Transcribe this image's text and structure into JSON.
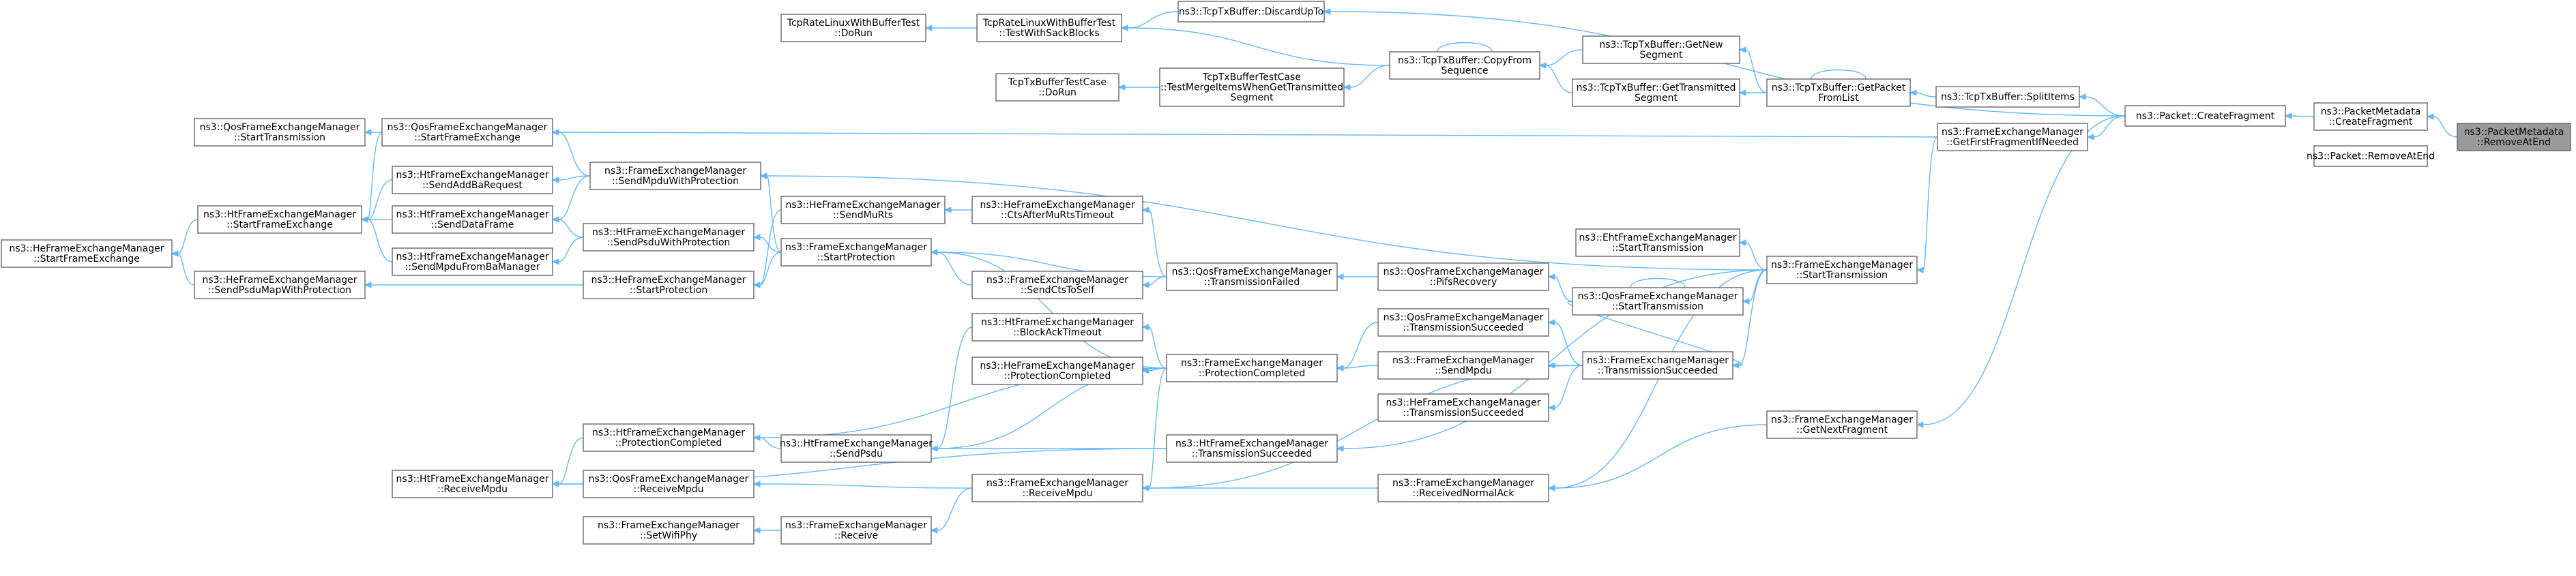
{
  "colors": {
    "edge": "#63b8ff",
    "node_border": "#666666",
    "focus_fill": "#999999",
    "node_fill": "#ffffff"
  },
  "nodes": [
    {
      "id": "removeAtEnd",
      "lines": [
        "ns3::PacketMetadata",
        "::RemoveAtEnd"
      ],
      "focus": true
    },
    {
      "id": "pmCreateFragment",
      "lines": [
        "ns3::PacketMetadata",
        "::CreateFragment"
      ]
    },
    {
      "id": "packetRemoveAtEnd",
      "lines": [
        "ns3::Packet::RemoveAtEnd"
      ]
    },
    {
      "id": "packetCreateFragment",
      "lines": [
        "ns3::Packet::CreateFragment"
      ]
    },
    {
      "id": "discardUpTo",
      "lines": [
        "ns3::TcpTxBuffer::DiscardUpTo"
      ]
    },
    {
      "id": "splitItems",
      "lines": [
        "ns3::TcpTxBuffer::SplitItems"
      ]
    },
    {
      "id": "getPacketFromList",
      "lines": [
        "ns3::TcpTxBuffer::GetPacket",
        "FromList"
      ]
    },
    {
      "id": "getNewSegment",
      "lines": [
        "ns3::TcpTxBuffer::GetNew",
        "Segment"
      ]
    },
    {
      "id": "getTransmittedSegment",
      "lines": [
        "ns3::TcpTxBuffer::GetTransmitted",
        "Segment"
      ]
    },
    {
      "id": "copyFromSequence",
      "lines": [
        "ns3::TcpTxBuffer::CopyFrom",
        "Sequence"
      ]
    },
    {
      "id": "testWithSackBlocks",
      "lines": [
        "TcpRateLinuxWithBufferTest",
        "::TestWithSackBlocks"
      ]
    },
    {
      "id": "rateDoRun",
      "lines": [
        "TcpRateLinuxWithBufferTest",
        "::DoRun"
      ]
    },
    {
      "id": "testMergeItems",
      "lines": [
        "TcpTxBufferTestCase",
        "::TestMergeItemsWhenGetTransmitted",
        "Segment"
      ]
    },
    {
      "id": "txBufDoRun",
      "lines": [
        "TcpTxBufferTestCase",
        "::DoRun"
      ]
    },
    {
      "id": "getFirstFragment",
      "lines": [
        "ns3::FrameExchangeManager",
        "::GetFirstFragmentIfNeeded"
      ]
    },
    {
      "id": "getNextFragment",
      "lines": [
        "ns3::FrameExchangeManager",
        "::GetNextFragment"
      ]
    },
    {
      "id": "feStartTransmission",
      "lines": [
        "ns3::FrameExchangeManager",
        "::StartTransmission"
      ]
    },
    {
      "id": "ehtStartTransmission",
      "lines": [
        "ns3::EhtFrameExchangeManager",
        "::StartTransmission"
      ]
    },
    {
      "id": "qosStartTransmission",
      "lines": [
        "ns3::QosFrameExchangeManager",
        "::StartTransmission"
      ]
    },
    {
      "id": "qosPifsRecovery",
      "lines": [
        "ns3::QosFrameExchangeManager",
        "::PifsRecovery"
      ]
    },
    {
      "id": "qosTransmissionFailed",
      "lines": [
        "ns3::QosFrameExchangeManager",
        "::TransmissionFailed"
      ]
    },
    {
      "id": "feTransmissionSucceeded",
      "lines": [
        "ns3::FrameExchangeManager",
        "::TransmissionSucceeded"
      ]
    },
    {
      "id": "qosTransmissionSucceeded",
      "lines": [
        "ns3::QosFrameExchangeManager",
        "::TransmissionSucceeded"
      ]
    },
    {
      "id": "feSendMpdu",
      "lines": [
        "ns3::FrameExchangeManager",
        "::SendMpdu"
      ]
    },
    {
      "id": "heTransmissionSucceeded",
      "lines": [
        "ns3::HeFrameExchangeManager",
        "::TransmissionSucceeded"
      ]
    },
    {
      "id": "htTransmissionSucceeded",
      "lines": [
        "ns3::HtFrameExchangeManager",
        "::TransmissionSucceeded"
      ]
    },
    {
      "id": "feReceivedNormalAck",
      "lines": [
        "ns3::FrameExchangeManager",
        "::ReceivedNormalAck"
      ]
    },
    {
      "id": "feProtectionCompleted",
      "lines": [
        "ns3::FrameExchangeManager",
        "::ProtectionCompleted"
      ]
    },
    {
      "id": "heCtsAfterMuRtsTimeout",
      "lines": [
        "ns3::HeFrameExchangeManager",
        "::CtsAfterMuRtsTimeout"
      ]
    },
    {
      "id": "heSendMuRts",
      "lines": [
        "ns3::HeFrameExchangeManager",
        "::SendMuRts"
      ]
    },
    {
      "id": "feStartProtection",
      "lines": [
        "ns3::FrameExchangeManager",
        "::StartProtection"
      ]
    },
    {
      "id": "feSendCtsToSelf",
      "lines": [
        "ns3::FrameExchangeManager",
        "::SendCtsToSelf"
      ]
    },
    {
      "id": "htBlockAckTimeout",
      "lines": [
        "ns3::HtFrameExchangeManager",
        "::BlockAckTimeout"
      ]
    },
    {
      "id": "heProtectionCompleted",
      "lines": [
        "ns3::HeFrameExchangeManager",
        "::ProtectionCompleted"
      ]
    },
    {
      "id": "htSendPsdu",
      "lines": [
        "ns3::HtFrameExchangeManager",
        "::SendPsdu"
      ]
    },
    {
      "id": "feReceiveMpdu",
      "lines": [
        "ns3::FrameExchangeManager",
        "::ReceiveMpdu"
      ]
    },
    {
      "id": "feReceive",
      "lines": [
        "ns3::FrameExchangeManager",
        "::Receive"
      ]
    },
    {
      "id": "feSendMpduWithProtection",
      "lines": [
        "ns3::FrameExchangeManager",
        "::SendMpduWithProtection"
      ]
    },
    {
      "id": "qosStartFrameExchange",
      "lines": [
        "ns3::QosFrameExchangeManager",
        "::StartFrameExchange"
      ]
    },
    {
      "id": "qosStartTransmission2",
      "lines": [
        "ns3::QosFrameExchangeManager",
        "::StartTransmission"
      ]
    },
    {
      "id": "htSendAddBaRequest",
      "lines": [
        "ns3::HtFrameExchangeManager",
        "::SendAddBaRequest"
      ]
    },
    {
      "id": "htSendDataFrame",
      "lines": [
        "ns3::HtFrameExchangeManager",
        "::SendDataFrame"
      ]
    },
    {
      "id": "htSendPsduWithProtection",
      "lines": [
        "ns3::HtFrameExchangeManager",
        "::SendPsduWithProtection"
      ]
    },
    {
      "id": "htSendMpduFromBaManager",
      "lines": [
        "ns3::HtFrameExchangeManager",
        "::SendMpduFromBaManager"
      ]
    },
    {
      "id": "heStartProtection",
      "lines": [
        "ns3::HeFrameExchangeManager",
        "::StartProtection"
      ]
    },
    {
      "id": "htStartFrameExchange",
      "lines": [
        "ns3::HtFrameExchangeManager",
        "::StartFrameExchange"
      ]
    },
    {
      "id": "heSendPsduMapWithProtection",
      "lines": [
        "ns3::HeFrameExchangeManager",
        "::SendPsduMapWithProtection"
      ]
    },
    {
      "id": "heStartFrameExchange",
      "lines": [
        "ns3::HeFrameExchangeManager",
        "::StartFrameExchange"
      ]
    },
    {
      "id": "htProtectionCompleted",
      "lines": [
        "ns3::HtFrameExchangeManager",
        "::ProtectionCompleted"
      ]
    },
    {
      "id": "htReceiveMpdu",
      "lines": [
        "ns3::HtFrameExchangeManager",
        "::ReceiveMpdu"
      ]
    },
    {
      "id": "qosReceiveMpdu",
      "lines": [
        "ns3::QosFrameExchangeManager",
        "::ReceiveMpdu"
      ]
    },
    {
      "id": "feSetWifiPhy",
      "lines": [
        "ns3::FrameExchangeManager",
        "::SetWifiPhy"
      ]
    }
  ],
  "edges": [
    [
      "removeAtEnd",
      "pmCreateFragment"
    ],
    [
      "pmCreateFragment",
      "packetCreateFragment"
    ],
    [
      "packetCreateFragment",
      "discardUpTo"
    ],
    [
      "packetCreateFragment",
      "splitItems"
    ],
    [
      "packetCreateFragment",
      "getFirstFragment"
    ],
    [
      "packetCreateFragment",
      "getNextFragment"
    ],
    [
      "discardUpTo",
      "testWithSackBlocks"
    ],
    [
      "splitItems",
      "getPacketFromList"
    ],
    [
      "getPacketFromList",
      "getPacketFromList"
    ],
    [
      "getPacketFromList",
      "getNewSegment"
    ],
    [
      "getPacketFromList",
      "getTransmittedSegment"
    ],
    [
      "getNewSegment",
      "copyFromSequence"
    ],
    [
      "getTransmittedSegment",
      "copyFromSequence"
    ],
    [
      "copyFromSequence",
      "copyFromSequence"
    ],
    [
      "copyFromSequence",
      "testWithSackBlocks"
    ],
    [
      "copyFromSequence",
      "testMergeItems"
    ],
    [
      "testWithSackBlocks",
      "rateDoRun"
    ],
    [
      "testMergeItems",
      "txBufDoRun"
    ],
    [
      "getFirstFragment",
      "feStartTransmission"
    ],
    [
      "getFirstFragment",
      "qosStartFrameExchange"
    ],
    [
      "getNextFragment",
      "feReceivedNormalAck"
    ],
    [
      "feStartTransmission",
      "feSendMpduWithProtection"
    ],
    [
      "feStartTransmission",
      "ehtStartTransmission"
    ],
    [
      "feStartTransmission",
      "qosStartTransmission"
    ],
    [
      "feStartTransmission",
      "feTransmissionSucceeded"
    ],
    [
      "feStartTransmission",
      "htTransmissionSucceeded"
    ],
    [
      "feStartTransmission",
      "feReceivedNormalAck"
    ],
    [
      "qosStartTransmission",
      "qosStartTransmission"
    ],
    [
      "qosStartTransmission",
      "qosPifsRecovery"
    ],
    [
      "qosStartTransmission",
      "feTransmissionSucceeded"
    ],
    [
      "qosPifsRecovery",
      "qosTransmissionFailed"
    ],
    [
      "feTransmissionSucceeded",
      "qosTransmissionSucceeded"
    ],
    [
      "feTransmissionSucceeded",
      "feSendMpdu"
    ],
    [
      "feTransmissionSucceeded",
      "heTransmissionSucceeded"
    ],
    [
      "feTransmissionSucceeded",
      "feReceiveMpdu"
    ],
    [
      "qosTransmissionSucceeded",
      "feProtectionCompleted"
    ],
    [
      "feSendMpdu",
      "feProtectionCompleted"
    ],
    [
      "htTransmissionSucceeded",
      "htSendPsdu"
    ],
    [
      "htTransmissionSucceeded",
      "htReceiveMpdu"
    ],
    [
      "feReceivedNormalAck",
      "feReceiveMpdu"
    ],
    [
      "qosTransmissionFailed",
      "heCtsAfterMuRtsTimeout"
    ],
    [
      "qosTransmissionFailed",
      "feSendCtsToSelf"
    ],
    [
      "qosTransmissionFailed",
      "feStartProtection"
    ],
    [
      "heCtsAfterMuRtsTimeout",
      "heSendMuRts"
    ],
    [
      "feProtectionCompleted",
      "feStartProtection"
    ],
    [
      "feProtectionCompleted",
      "htBlockAckTimeout"
    ],
    [
      "feProtectionCompleted",
      "heProtectionCompleted"
    ],
    [
      "feProtectionCompleted",
      "htProtectionCompleted"
    ],
    [
      "feProtectionCompleted",
      "htSendPsdu"
    ],
    [
      "feProtectionCompleted",
      "feReceiveMpdu"
    ],
    [
      "heSendMuRts",
      "heStartProtection"
    ],
    [
      "feSendCtsToSelf",
      "feStartProtection"
    ],
    [
      "htBlockAckTimeout",
      "htSendPsdu"
    ],
    [
      "feStartProtection",
      "feSendMpduWithProtection"
    ],
    [
      "feStartProtection",
      "htSendPsduWithProtection"
    ],
    [
      "feStartProtection",
      "heStartProtection"
    ],
    [
      "feSendMpduWithProtection",
      "qosStartFrameExchange"
    ],
    [
      "feSendMpduWithProtection",
      "htSendAddBaRequest"
    ],
    [
      "feSendMpduWithProtection",
      "htSendDataFrame"
    ],
    [
      "qosStartFrameExchange",
      "qosStartTransmission2"
    ],
    [
      "qosStartFrameExchange",
      "htStartFrameExchange"
    ],
    [
      "htSendAddBaRequest",
      "htStartFrameExchange"
    ],
    [
      "htSendDataFrame",
      "htStartFrameExchange"
    ],
    [
      "htSendPsduWithProtection",
      "htSendDataFrame"
    ],
    [
      "htSendPsduWithProtection",
      "htSendMpduFromBaManager"
    ],
    [
      "htSendMpduFromBaManager",
      "htStartFrameExchange"
    ],
    [
      "heStartProtection",
      "heSendPsduMapWithProtection"
    ],
    [
      "htStartFrameExchange",
      "heStartFrameExchange"
    ],
    [
      "heSendPsduMapWithProtection",
      "heStartFrameExchange"
    ],
    [
      "htSendPsdu",
      "htProtectionCompleted"
    ],
    [
      "htProtectionCompleted",
      "htReceiveMpdu"
    ],
    [
      "feReceiveMpdu",
      "qosReceiveMpdu"
    ],
    [
      "feReceiveMpdu",
      "feReceive"
    ],
    [
      "qosReceiveMpdu",
      "htReceiveMpdu"
    ],
    [
      "feReceive",
      "feSetWifiPhy"
    ]
  ]
}
